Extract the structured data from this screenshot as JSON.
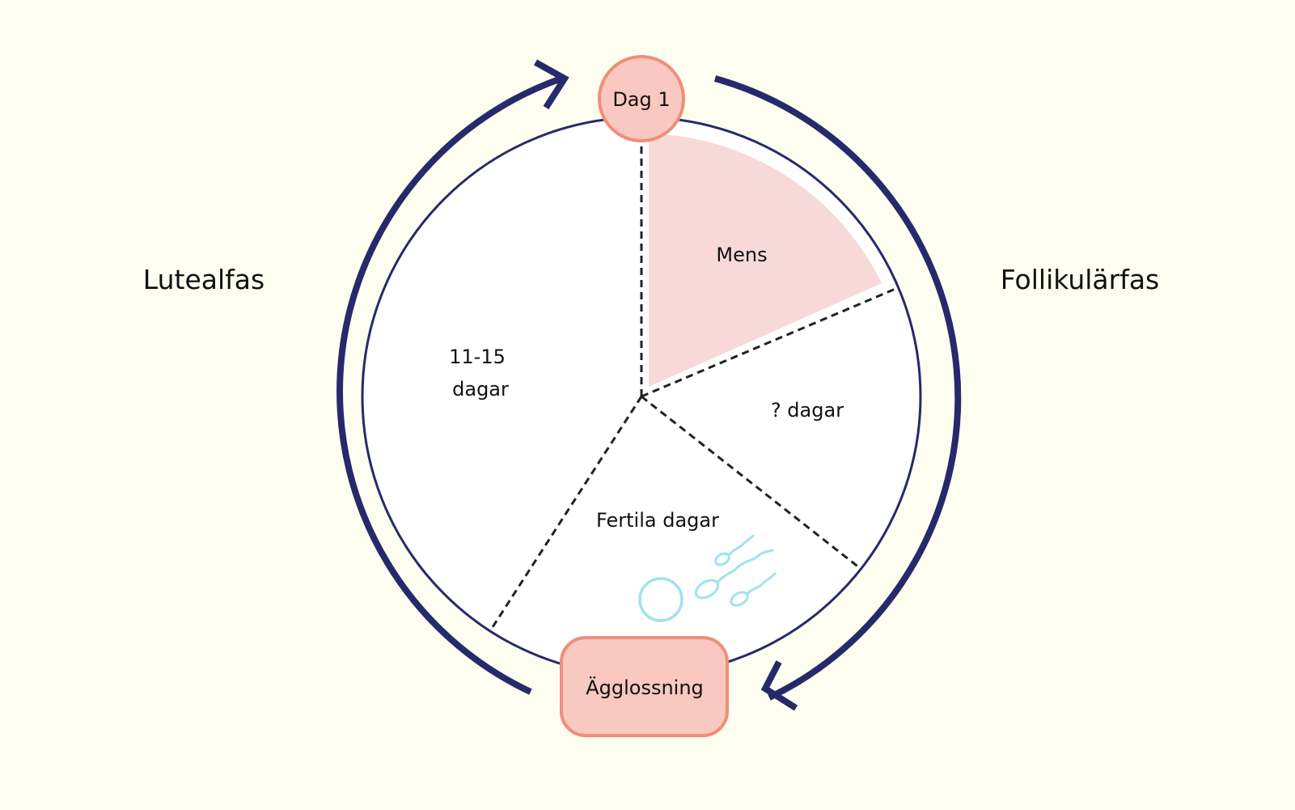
{
  "diagram": {
    "left_phase": "Lutealfas",
    "right_phase": "Follikulärfas",
    "day1": "Dag 1",
    "ovulation": "Ägglossning",
    "segments": {
      "mens": "Mens",
      "unknown_days": "? dagar",
      "fertile": "Fertila dagar",
      "luteal_days_line1": "11-15",
      "luteal_days_line2": "dagar"
    }
  },
  "colors": {
    "background": "#fdfeef",
    "arrow": "#262a6b",
    "circle_outline": "#262a6b",
    "mens_fill": "#f7dad8",
    "badge_fill": "#f9c8c0",
    "badge_stroke": "#ef8e79",
    "cells": "#9fe3ea"
  },
  "icons": {
    "egg": "egg-cell-icon",
    "sperm": "sperm-cell-icon"
  }
}
